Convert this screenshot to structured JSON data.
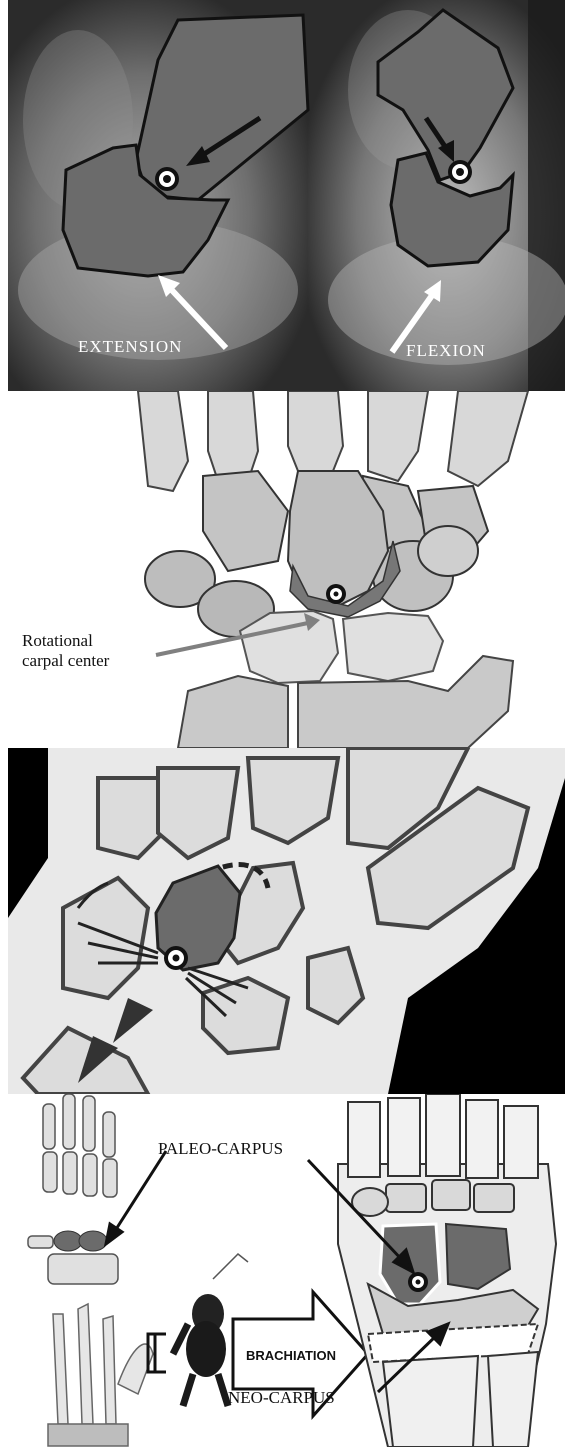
{
  "panel1": {
    "label_left": "EXTENSION",
    "label_right": "FLEXION"
  },
  "panel2": {
    "callout": [
      "Rotational",
      "carpal center"
    ]
  },
  "panel4": {
    "label_top": "PALEO-CARPUS",
    "label_bottom": "NEO-CARPUS",
    "arrow_label": "BRACHIATION"
  },
  "colors": {
    "bone_fill": "#6b6b6b",
    "outline": "#111111",
    "xray_dark": "#2a2a2a",
    "xray_light": "#9a9a9a"
  }
}
